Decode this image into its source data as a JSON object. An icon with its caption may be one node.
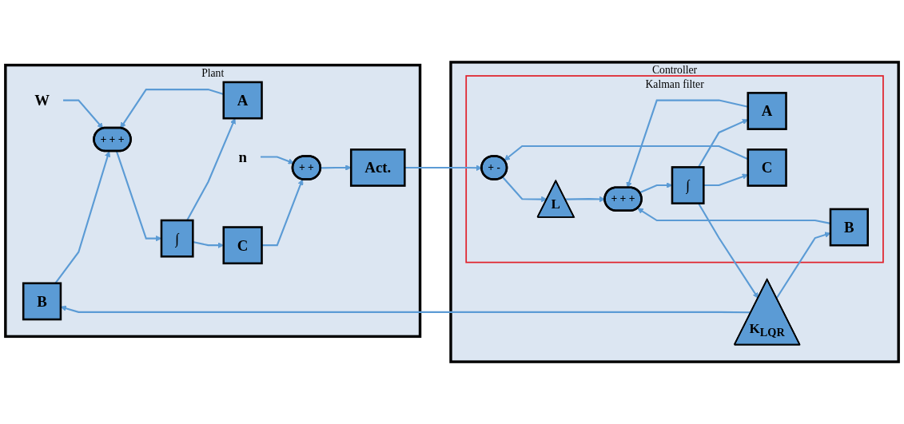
{
  "diagram": {
    "nodes": [
      {
        "text": [
          "Plant"
        ]
      },
      {
        "text": [
          "B"
        ],
        "in": 0
      },
      {
        "text": [
          "+ + +"
        ],
        "in": 0
      },
      {
        "text": [
          "∫"
        ],
        "in": 0
      },
      {
        "text": [
          "A"
        ],
        "in": 0
      },
      {
        "text": [
          "C"
        ],
        "in": 0
      },
      {
        "text": [
          "+ +"
        ],
        "in": 0
      },
      {
        "text": [
          "Act."
        ],
        "in": 0
      },
      {
        "text": [
          "W"
        ],
        "in": 0
      },
      {
        "text": [
          "n"
        ],
        "in": 0
      },
      {
        "text": [
          "Controller"
        ]
      },
      {
        "text": [
          "Kalman filter"
        ],
        "in": 10
      },
      {
        "text": [
          "B"
        ],
        "in": 11
      },
      {
        "text": [
          "+ + +"
        ],
        "in": 11
      },
      {
        "text": [
          "∫"
        ],
        "in": 11
      },
      {
        "text": [
          "A"
        ],
        "in": 11
      },
      {
        "text": [
          "C"
        ],
        "in": 11
      },
      {
        "text": [
          "+ -"
        ],
        "in": 11
      },
      {
        "text": [
          "L"
        ],
        "in": 11
      },
      {
        "text": [
          "K$_{LQR}$"
        ],
        "in": 10
      }
    ],
    "edges": [
      {
        "from": 19,
        "to": 1,
        "arrow": "to"
      },
      {
        "from": 19,
        "to": 12,
        "arrow": "to"
      },
      {
        "from": 1,
        "to": 2,
        "arrow": "to"
      },
      {
        "from": 8,
        "to": 2,
        "arrow": "to"
      },
      {
        "from": 2,
        "to": 3,
        "arrow": "to"
      },
      {
        "from": 3,
        "to": 5,
        "arrow": "to"
      },
      {
        "from": 3,
        "to": 4,
        "arrow": "to"
      },
      {
        "from": 4,
        "to": 2,
        "arrow": "to"
      },
      {
        "from": 5,
        "to": 6,
        "arrow": "to"
      },
      {
        "from": 9,
        "to": 6,
        "arrow": "to"
      },
      {
        "from": 6,
        "to": 7,
        "arrow": "to"
      },
      {
        "from": 7,
        "to": 17,
        "arrow": "to"
      },
      {
        "from": 12,
        "to": 13,
        "arrow": "to"
      },
      {
        "from": 13,
        "to": 14,
        "arrow": "to"
      },
      {
        "from": 14,
        "to": 16,
        "arrow": "to"
      },
      {
        "from": 14,
        "to": 15,
        "arrow": "to"
      },
      {
        "from": 15,
        "to": 13,
        "arrow": "to"
      },
      {
        "from": 14,
        "to": 19,
        "arrow": "to"
      },
      {
        "from": 16,
        "to": 17,
        "arrow": "to"
      },
      {
        "from": 17,
        "to": 18,
        "arrow": "to"
      },
      {
        "from": 18,
        "to": 13,
        "arrow": "to"
      }
    ]
  }
}
